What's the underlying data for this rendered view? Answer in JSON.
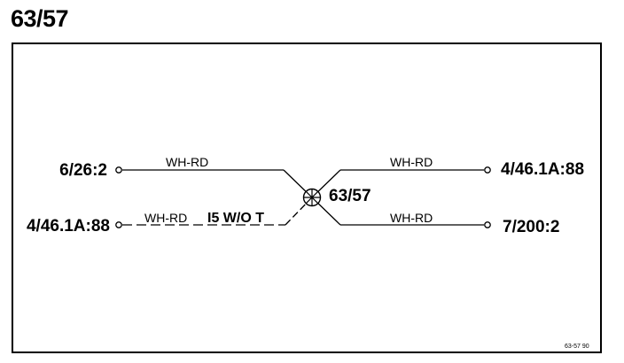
{
  "title": "63/57",
  "splice": {
    "label": "63/57"
  },
  "connectors": {
    "left_top": "6/26:2",
    "left_bottom": "4/46.1A:88",
    "right_top": "4/46.1A:88",
    "right_bottom": "7/200:2"
  },
  "wires": {
    "left_top": "WH-RD",
    "left_bottom": "WH-RD",
    "right_top": "WH-RD",
    "right_bottom": "WH-RD"
  },
  "notes": {
    "left_bottom_condition": "I5 W/O T"
  },
  "reference_code": "63-57  90"
}
